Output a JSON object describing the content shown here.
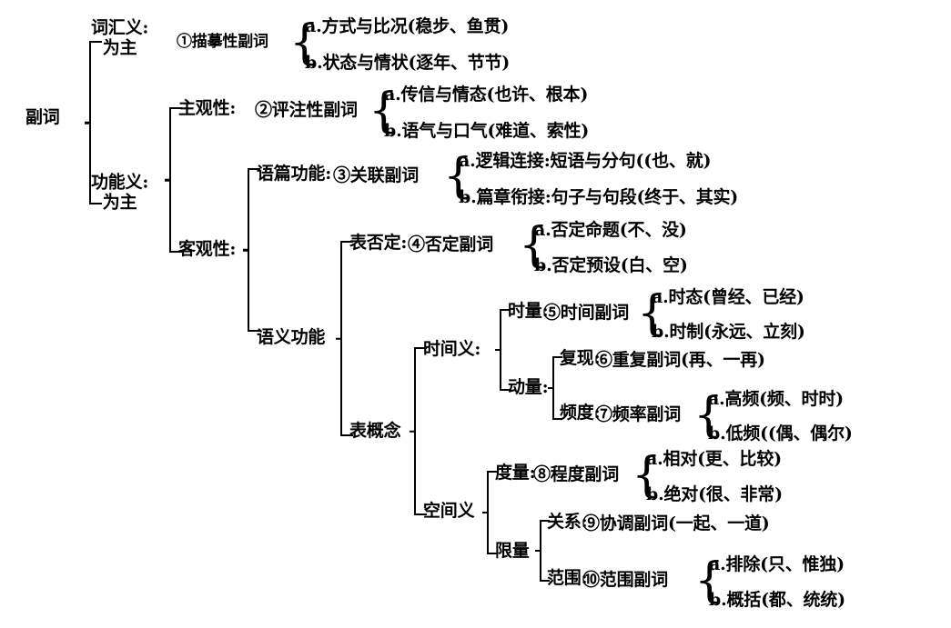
{
  "title": "副词分类层级图",
  "root": {
    "label": "副词"
  },
  "level1": [
    {
      "id": "lexical",
      "label_line1": "词汇义:",
      "label_line2": "为主"
    },
    {
      "id": "function",
      "label_line1": "功能义:",
      "label_line2": "为主"
    }
  ],
  "level2": [
    {
      "id": "subjective",
      "label": "主观性:"
    },
    {
      "id": "objective",
      "label": "客观性:"
    }
  ],
  "level3": [
    {
      "id": "discourse",
      "label": "语篇功能:"
    },
    {
      "id": "semantic",
      "label": "语义功能"
    }
  ],
  "level4": [
    {
      "id": "negation",
      "label": "表否定:"
    },
    {
      "id": "concept",
      "label": "表概念"
    }
  ],
  "level5": [
    {
      "id": "temporal",
      "label": "时间义:"
    },
    {
      "id": "spatial",
      "label": "空间义"
    }
  ],
  "level6": [
    {
      "id": "time-quantity",
      "label": "时量:"
    },
    {
      "id": "action-quantity",
      "label": "动量:"
    },
    {
      "id": "degree-quantity",
      "label": "度量:"
    },
    {
      "id": "limit-quantity",
      "label": "限量"
    }
  ],
  "level7": [
    {
      "id": "recurrence",
      "label": "复现:"
    },
    {
      "id": "frequency",
      "label": "频度:"
    },
    {
      "id": "relation",
      "label": "关系:"
    },
    {
      "id": "scope",
      "label": "范围:"
    }
  ],
  "categories": [
    {
      "num": "①",
      "name": "描摹性副词",
      "items": [
        {
          "key": "a.",
          "text": "方式与比况(稳步、鱼贯)"
        },
        {
          "key": "b.",
          "text": "状态与情状(逐年、节节)"
        }
      ]
    },
    {
      "num": "②",
      "name": "评注性副词",
      "items": [
        {
          "key": "a.",
          "text": "传信与情态(也许、根本)"
        },
        {
          "key": "b.",
          "text": "语气与口气(难道、索性)"
        }
      ]
    },
    {
      "num": "③",
      "name": "关联副词",
      "items": [
        {
          "key": "a.",
          "text": "逻辑连接:短语与分句((也、就)"
        },
        {
          "key": "b.",
          "text": "篇章衔接:句子与句段(终于、其实)"
        }
      ]
    },
    {
      "num": "④",
      "name": "否定副词",
      "items": [
        {
          "key": "a.",
          "text": "否定命题(不、没)"
        },
        {
          "key": "b.",
          "text": "否定预设(白、空)"
        }
      ]
    },
    {
      "num": "⑤",
      "name": "时间副词",
      "items": [
        {
          "key": "a.",
          "text": "时态(曾经、已经)"
        },
        {
          "key": "b.",
          "text": "时制(永远、立刻)"
        }
      ]
    },
    {
      "num": "⑥",
      "name": "重复副词",
      "inline_examples": "(再、一再)",
      "items": []
    },
    {
      "num": "⑦",
      "name": "频率副词",
      "items": [
        {
          "key": "a.",
          "text": "高频(频、时时)"
        },
        {
          "key": "b.",
          "text": "低频((偶、偶尔)"
        }
      ]
    },
    {
      "num": "⑧",
      "name": "程度副词",
      "items": [
        {
          "key": "a.",
          "text": "相对(更、比较)"
        },
        {
          "key": "b.",
          "text": "绝对(很、非常)"
        }
      ]
    },
    {
      "num": "⑨",
      "name": "协调副词",
      "inline_examples": "(一起、一道)",
      "items": []
    },
    {
      "num": "⑩",
      "name": "范围副词",
      "items": [
        {
          "key": "a.",
          "text": "排除(只、惟独)"
        },
        {
          "key": "b.",
          "text": "概括(都、统统)"
        }
      ]
    }
  ],
  "labels": {
    "cat1_head": "①描摹性副词",
    "cat2_head": "②评注性副词",
    "cat3_head": "③关联副词",
    "cat4_head": "④否定副词",
    "cat5_head": "⑤时间副词",
    "cat6_head": "⑥重复副词(再、一再)",
    "cat7_head": "⑦频率副词",
    "cat8_head": "⑧程度副词",
    "cat9_head": "⑨协调副词(一起、一道)",
    "cat10_head": "⑩范围副词",
    "brace_glyph": "{"
  }
}
